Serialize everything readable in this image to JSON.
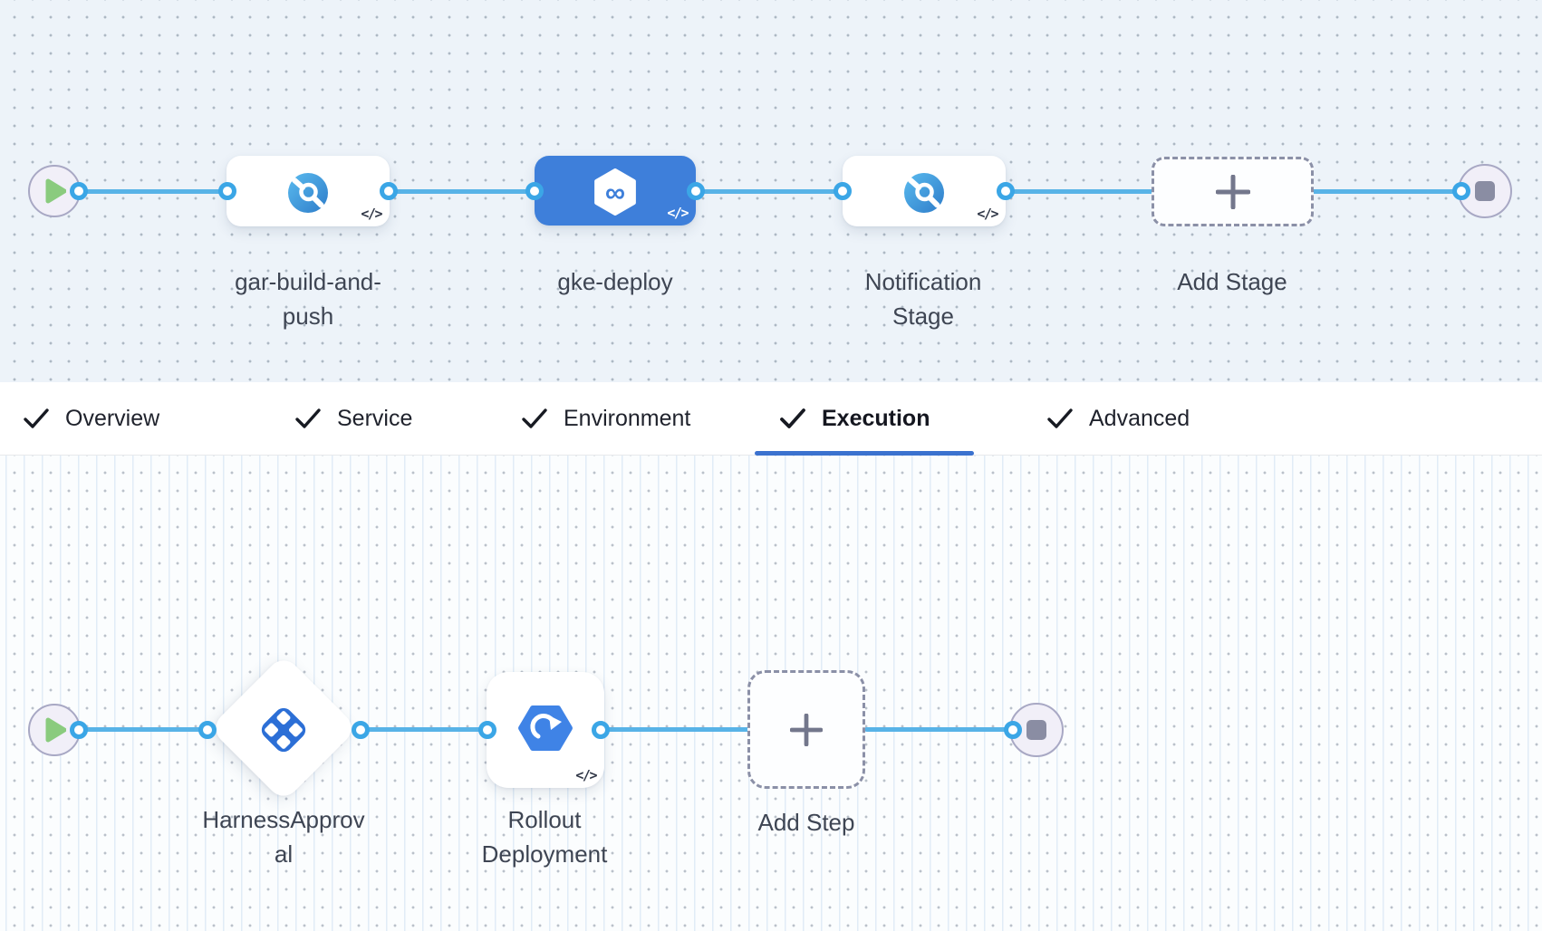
{
  "pipeline_graph": {
    "stages": [
      {
        "name": "gar-build-and-push",
        "label_line1": "gar-build-and-",
        "label_line2": "push",
        "icon": "registry-scan-icon",
        "selected": false,
        "code_badge": "</>"
      },
      {
        "name": "gke-deploy",
        "label_line1": "gke-deploy",
        "label_line2": "",
        "icon": "hexagon-infinity-icon",
        "selected": true,
        "code_badge": "</>"
      },
      {
        "name": "Notification Stage",
        "label_line1": "Notification",
        "label_line2": "Stage",
        "icon": "registry-scan-icon",
        "selected": false,
        "code_badge": "</>"
      }
    ],
    "add_stage_label": "Add Stage"
  },
  "tabs": {
    "active": "Execution",
    "items": [
      {
        "label": "Overview",
        "checked": true
      },
      {
        "label": "Service",
        "checked": true
      },
      {
        "label": "Environment",
        "checked": true
      },
      {
        "label": "Execution",
        "checked": true
      },
      {
        "label": "Advanced",
        "checked": true
      }
    ]
  },
  "execution_graph": {
    "steps": [
      {
        "name": "HarnessApproval",
        "label_line1": "HarnessApprov",
        "label_line2": "al",
        "icon": "harness-approval-icon",
        "shape": "diamond"
      },
      {
        "name": "Rollout Deployment",
        "label_line1": "Rollout",
        "label_line2": "Deployment",
        "icon": "rollout-deployment-icon",
        "shape": "rounded-square",
        "code_badge": "</>"
      }
    ],
    "add_step_label": "Add Step"
  },
  "glyphs": {
    "code": "</>",
    "infinity": "∞"
  },
  "colors": {
    "selected_stage_blue": "#3E7FDA",
    "connector_blue": "#58B3E7",
    "port_ring_blue": "#3BA6E6",
    "tab_underline_blue": "#3B72CF",
    "play_green": "#8ACB7E",
    "canvas_top_bg": "#EDF3F9",
    "canvas_bottom_bg": "#FBFDFE",
    "approval_icon_blue": "#2C6FD6",
    "rollout_icon_blue": "#3F83E6"
  }
}
